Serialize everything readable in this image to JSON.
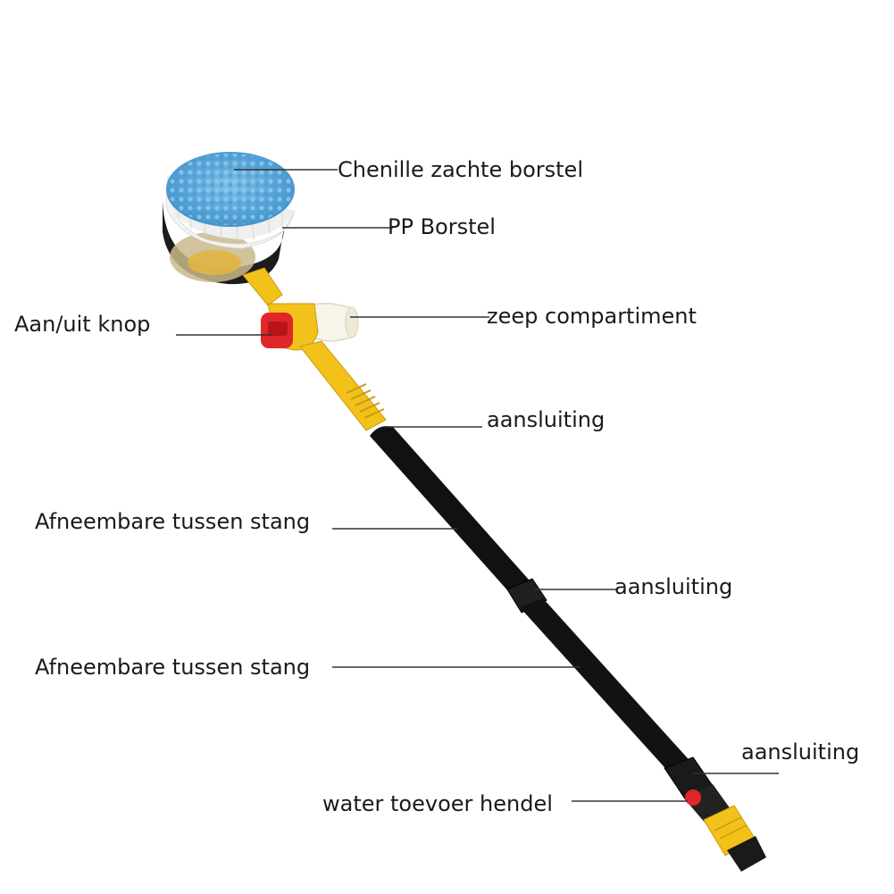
{
  "labels": {
    "chenille": "Chenille zachte borstel",
    "pp_brush": "PP Borstel",
    "on_off": "Aan/uit knop",
    "soap": "zeep compartiment",
    "connection_1": "aansluiting",
    "rod_1": "Afneembare tussen stang",
    "connection_2": "aansluiting",
    "rod_2": "Afneembare tussen stang",
    "connection_3": "aansluiting",
    "water_lever": "water toevoer hendel"
  },
  "colors": {
    "brush_blue": "#5ba8dc",
    "brush_white": "#f2f2f2",
    "handle_yellow": "#f2c21a",
    "rod_black": "#111111",
    "button_red": "#e0262a",
    "soap_white": "#f7f4ea",
    "leader_line": "#333333"
  }
}
